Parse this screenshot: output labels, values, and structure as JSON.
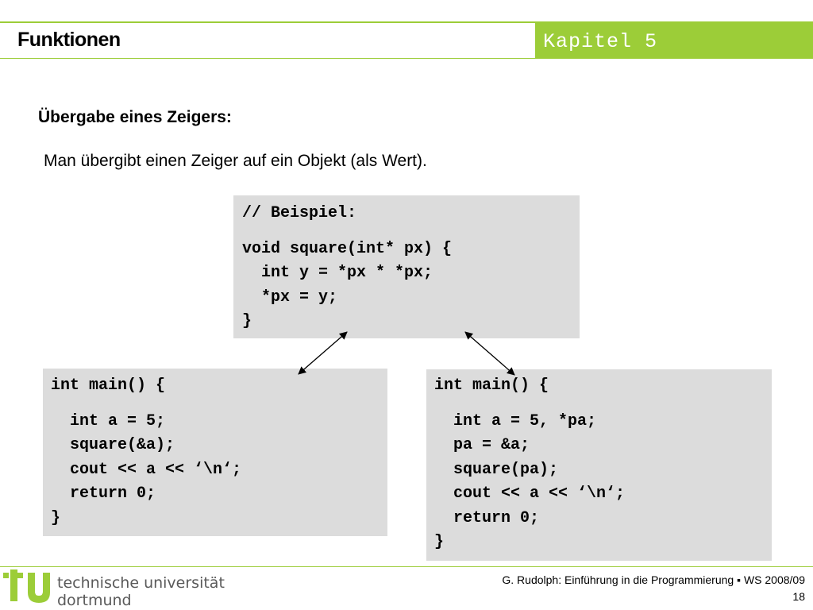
{
  "header": {
    "title": "Funktionen",
    "chapter": "Kapitel 5"
  },
  "content": {
    "heading": "Übergabe eines Zeigers:",
    "intro": "Man übergibt einen Zeiger auf ein Objekt (als Wert)."
  },
  "code": {
    "top": [
      "// Beispiel:",
      "",
      "void square(int* px) {",
      "  int y = *px * *px;",
      "  *px = y;",
      "}"
    ],
    "left": [
      "int main() {",
      "",
      "  int a = 5;",
      "  square(&a);",
      "  cout << a << ‘\\n‘;",
      "  return 0;",
      "}"
    ],
    "right": [
      "int main() {",
      "",
      "  int a = 5, *pa;",
      "  pa = &a;",
      "  square(pa);",
      "  cout << a << ‘\\n‘;",
      "  return 0;",
      "}"
    ]
  },
  "footer": {
    "logo_line1": "technische universität",
    "logo_line2": "dortmund",
    "credit": "G. Rudolph: Einführung in die Programmierung ▪ WS 2008/09",
    "page": "18"
  },
  "colors": {
    "accent": "#9ccd38",
    "code_background": "#dcdcdc"
  },
  "icons": {
    "logo": "tu-logo-icon"
  }
}
